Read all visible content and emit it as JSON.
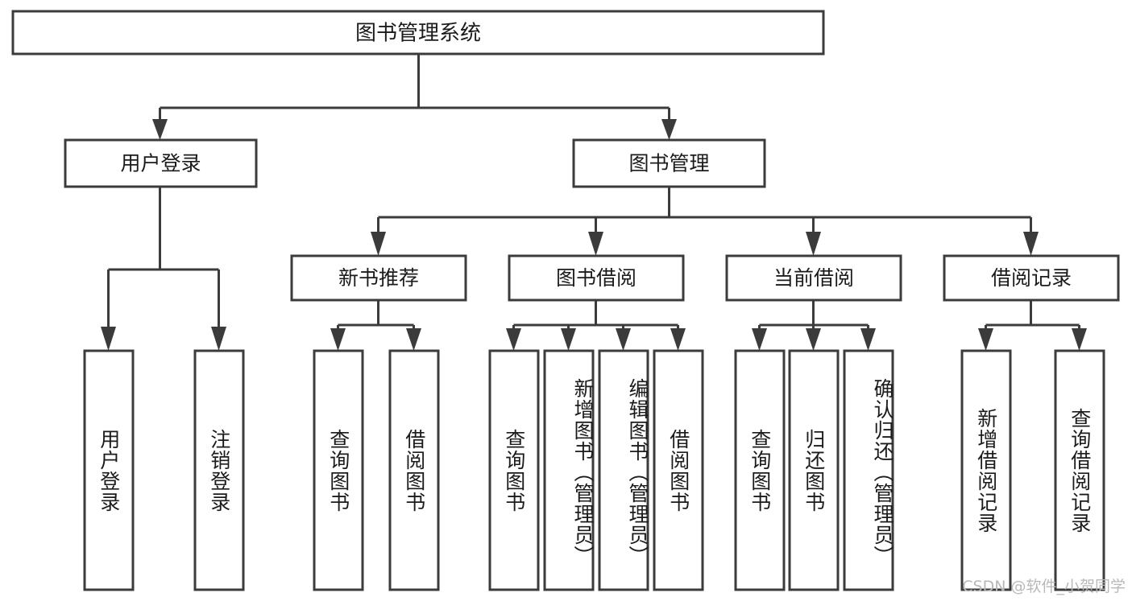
{
  "diagram": {
    "type": "tree-hierarchy",
    "title": "图书管理系统",
    "watermark": "CSDN @软件_小贺同学",
    "colors": {
      "box_stroke": "#3b3b3b",
      "box_fill": "#ffffff",
      "text": "#1b1b1b",
      "connector": "#3b3b3b",
      "watermark": "#b9b9b9",
      "background": "#ffffff"
    },
    "root": {
      "label": "图书管理系统"
    },
    "level1": [
      {
        "id": "user-login",
        "label": "用户登录"
      },
      {
        "id": "book-management",
        "label": "图书管理"
      }
    ],
    "level2": [
      {
        "id": "new-book-recommend",
        "label": "新书推荐",
        "parent": "book-management"
      },
      {
        "id": "book-borrow",
        "label": "图书借阅",
        "parent": "book-management"
      },
      {
        "id": "current-borrow",
        "label": "当前借阅",
        "parent": "book-management"
      },
      {
        "id": "borrow-record",
        "label": "借阅记录",
        "parent": "book-management"
      }
    ],
    "leaves": [
      {
        "id": "leaf-user-login",
        "label": "用户登录",
        "parent": "user-login"
      },
      {
        "id": "leaf-logout",
        "label": "注销登录",
        "parent": "user-login"
      },
      {
        "id": "leaf-query-book-1",
        "label": "查询图书",
        "parent": "new-book-recommend"
      },
      {
        "id": "leaf-borrow-book-1",
        "label": "借阅图书",
        "parent": "new-book-recommend"
      },
      {
        "id": "leaf-query-book-2",
        "label": "查询图书",
        "parent": "book-borrow"
      },
      {
        "id": "leaf-add-book",
        "label": "新增图书（管理员）",
        "parent": "book-borrow"
      },
      {
        "id": "leaf-edit-book",
        "label": "编辑图书（管理员）",
        "parent": "book-borrow"
      },
      {
        "id": "leaf-borrow-book-2",
        "label": "借阅图书",
        "parent": "book-borrow"
      },
      {
        "id": "leaf-query-book-3",
        "label": "查询图书",
        "parent": "current-borrow"
      },
      {
        "id": "leaf-return-book",
        "label": "归还图书",
        "parent": "current-borrow"
      },
      {
        "id": "leaf-confirm-return",
        "label": "确认归还（管理员）",
        "parent": "current-borrow"
      },
      {
        "id": "leaf-add-record",
        "label": "新增借阅记录",
        "parent": "borrow-record"
      },
      {
        "id": "leaf-query-record",
        "label": "查询借阅记录",
        "parent": "borrow-record"
      }
    ]
  }
}
